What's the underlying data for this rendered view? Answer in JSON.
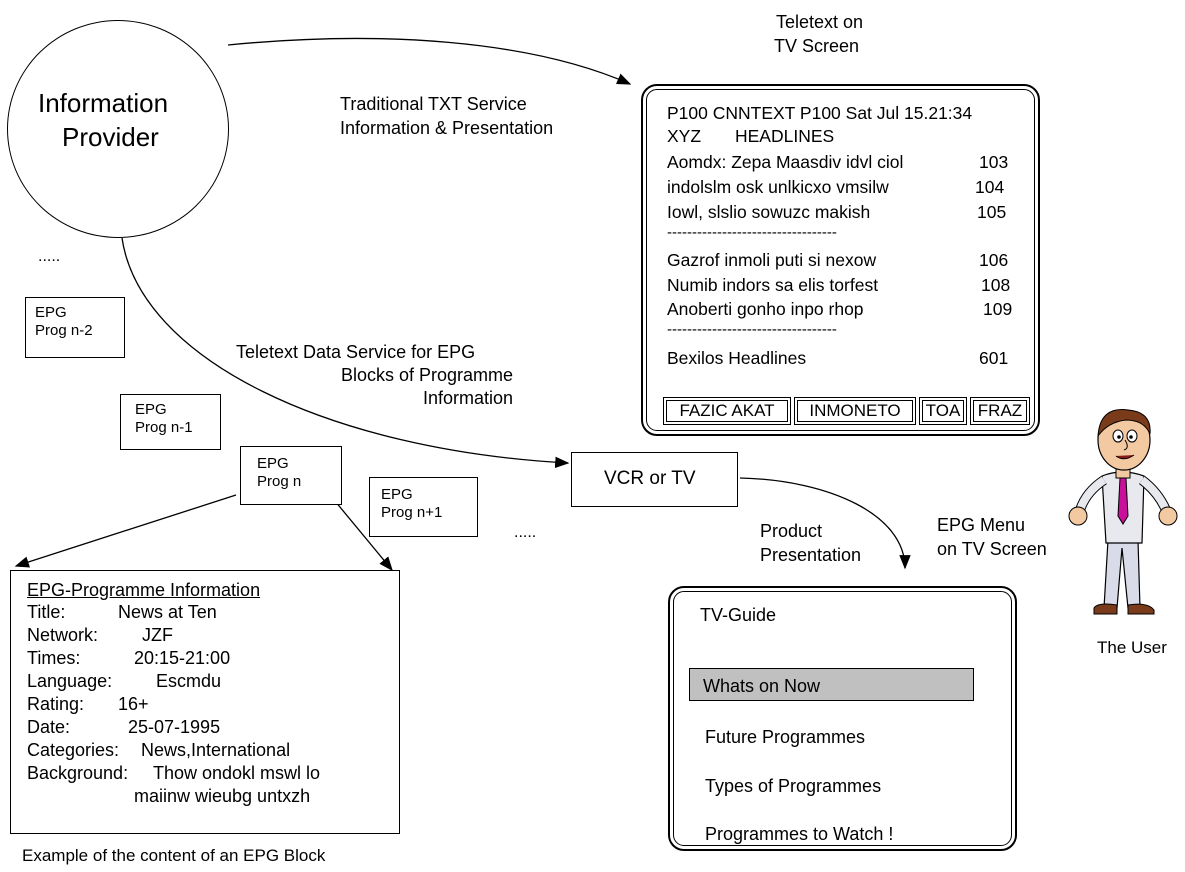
{
  "provider": {
    "line1": "Information",
    "line2": "Provider"
  },
  "dots_top": ".....",
  "dots_mid": ".....",
  "traditional_label": {
    "line1": "Traditional TXT Service",
    "line2": "Information & Presentation"
  },
  "data_service_label": {
    "line1": "Teletext Data Service for EPG",
    "line2": "Blocks of Programme",
    "line3": "Information"
  },
  "teletext_caption": {
    "line1": "Teletext on",
    "line2": "TV Screen"
  },
  "epg_blocks": [
    {
      "line1": "EPG",
      "line2": "Prog n-2"
    },
    {
      "line1": "EPG",
      "line2": "Prog n-1"
    },
    {
      "line1": "EPG",
      "line2": "Prog n"
    },
    {
      "line1": "EPG",
      "line2": "Prog n+1"
    }
  ],
  "vcr_label": "VCR or TV",
  "product_label": {
    "line1": "Product",
    "line2": "Presentation"
  },
  "epg_menu_caption": {
    "line1": "EPG Menu",
    "line2": "on TV Screen"
  },
  "user_label": "The User",
  "teletext": {
    "header": "P100 CNNTEXT P100 Sat Jul 15.21:34",
    "subheader_a": "XYZ",
    "subheader_b": "HEADLINES",
    "rows": [
      {
        "text": "Aomdx: Zepa Maasdiv idvl ciol",
        "page": "103"
      },
      {
        "text": "indolslm osk unlkicxo vmsilw",
        "page": "104"
      },
      {
        "text": "Iowl, slslio sowuzc makish",
        "page": "105"
      },
      {
        "text": "Gazrof inmoli puti si nexow",
        "page": "106"
      },
      {
        "text": "Numib indors sa elis torfest",
        "page": "108"
      },
      {
        "text": "Anoberti gonho inpo rhop",
        "page": "109"
      },
      {
        "text": "Bexilos Headlines",
        "page": "601"
      }
    ],
    "separator": "----------------------------------",
    "keys": [
      "FAZIC AKAT",
      "INMONETO",
      "TOA",
      "FRAZ"
    ]
  },
  "epg_info": {
    "title": "EPG-Programme Information",
    "fields": [
      {
        "label": "Title:",
        "value": "News at Ten"
      },
      {
        "label": "Network:",
        "value": "JZF"
      },
      {
        "label": "Times:",
        "value": "20:15-21:00"
      },
      {
        "label": "Language:",
        "value": "Escmdu"
      },
      {
        "label": "Rating:",
        "value": "16+"
      },
      {
        "label": "Date:",
        "value": "25-07-1995"
      },
      {
        "label": "Categories:",
        "value": "News,International"
      },
      {
        "label": "Background:",
        "value": "Thow ondokl mswl lo"
      }
    ],
    "background_cont": "maiinw wieubg untxzh",
    "caption": "Example of the content of an EPG Block"
  },
  "tv_guide": {
    "title": "TV-Guide",
    "items": [
      "Whats on Now",
      "Future Programmes",
      "Types of Programmes",
      "Programmes to Watch !"
    ],
    "selected_index": 0,
    "selected_bg": "#c0c0c0"
  }
}
